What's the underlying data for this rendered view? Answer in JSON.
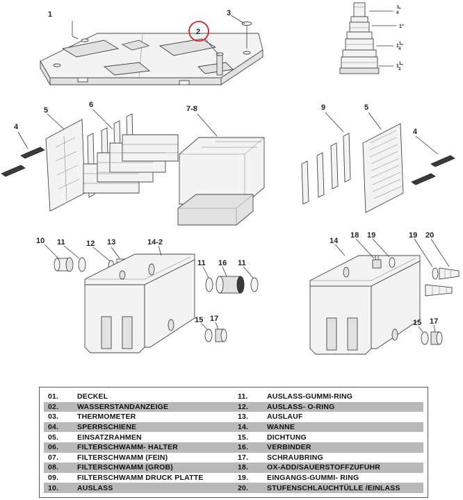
{
  "diagram": {
    "callouts": {
      "c1": "1",
      "c2": "2",
      "c3": "3",
      "c4a": "4",
      "c5a": "5",
      "c6": "6",
      "c78": "7-8",
      "c9": "9",
      "c5b": "5",
      "c4b": "4",
      "c10": "10",
      "c11a": "11",
      "c12": "12",
      "c13": "13",
      "c142": "14-2",
      "c11b": "11",
      "c16": "16",
      "c11c": "11",
      "c15a": "15",
      "c17a": "17",
      "c14": "14",
      "c18": "18",
      "c19a": "19",
      "c19b": "19",
      "c20": "20",
      "c15b": "15",
      "c17b": "17"
    },
    "adapter_sizes": {
      "s1": {
        "whole": "",
        "num": "3",
        "den": "4",
        "unit": "\""
      },
      "s2": {
        "whole": "1",
        "num": "",
        "den": "",
        "unit": "\""
      },
      "s3": {
        "whole": "1",
        "num": "1",
        "den": "4",
        "unit": "\""
      },
      "s4": {
        "whole": "1",
        "num": "1",
        "den": "2",
        "unit": "\""
      }
    },
    "highlight_color": "#d42020"
  },
  "legend": {
    "left": [
      {
        "num": "01.",
        "label": "DECKEL",
        "shaded": false
      },
      {
        "num": "02.",
        "label": "WASSERSTANDANZEIGE",
        "shaded": true
      },
      {
        "num": "03.",
        "label": "THERMOMETER",
        "shaded": false
      },
      {
        "num": "04.",
        "label": "SPERRSCHIENE",
        "shaded": true
      },
      {
        "num": "05.",
        "label": "EINSATZRAHMEN",
        "shaded": false
      },
      {
        "num": "06.",
        "label": "FILTERSCHWAMM- HALTER",
        "shaded": true
      },
      {
        "num": "07.",
        "label": "FILTERSCHWAMM (FEIN)",
        "shaded": false
      },
      {
        "num": "08.",
        "label": "FILTERSCHWAMM (GROB)",
        "shaded": true
      },
      {
        "num": "09.",
        "label": "FILTERSCHWAMM DRUCK PLATTE",
        "shaded": false
      },
      {
        "num": "10.",
        "label": "AUSLASS",
        "shaded": true
      }
    ],
    "right": [
      {
        "num": "11.",
        "label": "AUSLASS-GUMMI-RING",
        "shaded": false
      },
      {
        "num": "12.",
        "label": "AUSLASS- O-RING",
        "shaded": true
      },
      {
        "num": "13.",
        "label": "AUSLAUF",
        "shaded": false
      },
      {
        "num": "14.",
        "label": "WANNE",
        "shaded": true
      },
      {
        "num": "15.",
        "label": "DICHTUNG",
        "shaded": false
      },
      {
        "num": "16.",
        "label": "VERBINDER",
        "shaded": true
      },
      {
        "num": "17.",
        "label": "SCHRAUBRING",
        "shaded": false
      },
      {
        "num": "18.",
        "label": "OX-ADD/SAUERSTOFFZUFUHR",
        "shaded": true
      },
      {
        "num": "19.",
        "label": "EINGANGS-GUMMI- RING",
        "shaded": false
      },
      {
        "num": "20.",
        "label": "STUFENSCHLAUCHTÜLLE /EINLASS",
        "shaded": true
      }
    ]
  }
}
